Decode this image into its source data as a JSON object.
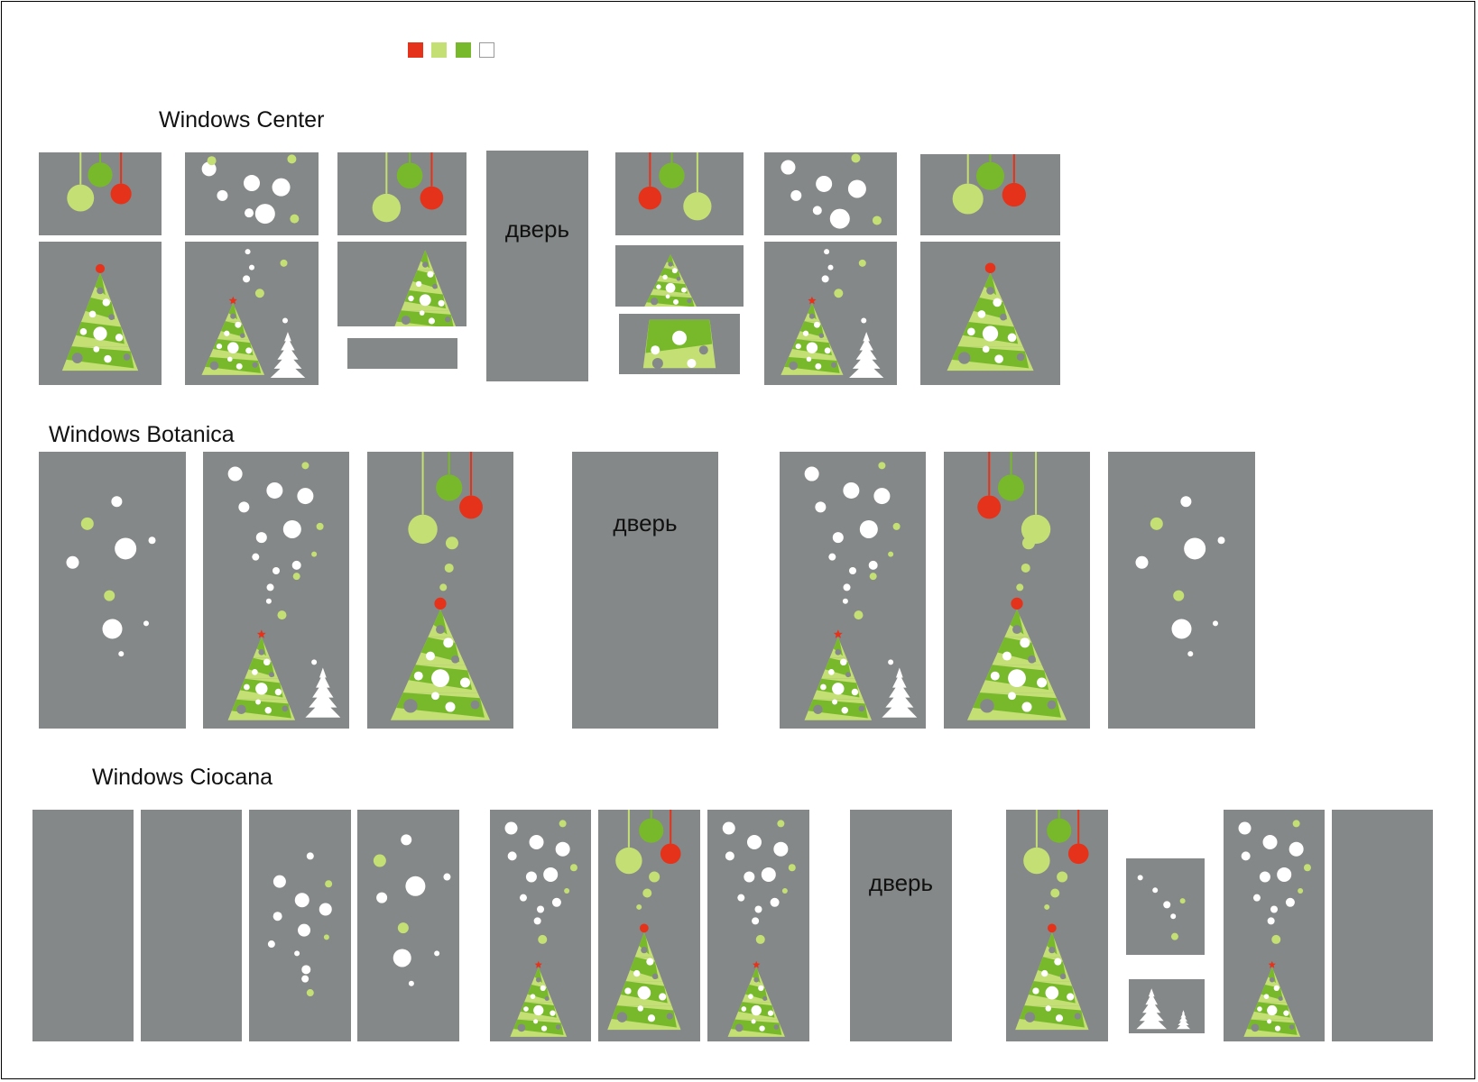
{
  "palette": {
    "swatches": [
      {
        "name": "red",
        "color": "#e4331a"
      },
      {
        "name": "light-green",
        "color": "#c4df74"
      },
      {
        "name": "green",
        "color": "#78b92c"
      },
      {
        "name": "white",
        "color": "#ffffff"
      }
    ]
  },
  "colors": {
    "panel": "#858888",
    "red": "#e4331a",
    "light_green": "#c4df74",
    "green": "#78b92c",
    "white": "#ffffff",
    "bauble_dark": "#858888"
  },
  "sections": {
    "center": {
      "title": "Windows Center",
      "door_label": "дверь"
    },
    "botanica": {
      "title": "Windows Botanica",
      "door_label": "дверь"
    },
    "ciocana": {
      "title": "Windows Ciocana",
      "door_label": "дверь"
    }
  },
  "icons": [
    "hanging-ornaments-icon",
    "snow-dots-icon",
    "christmas-tree-icon",
    "white-fir-tree-icon"
  ]
}
